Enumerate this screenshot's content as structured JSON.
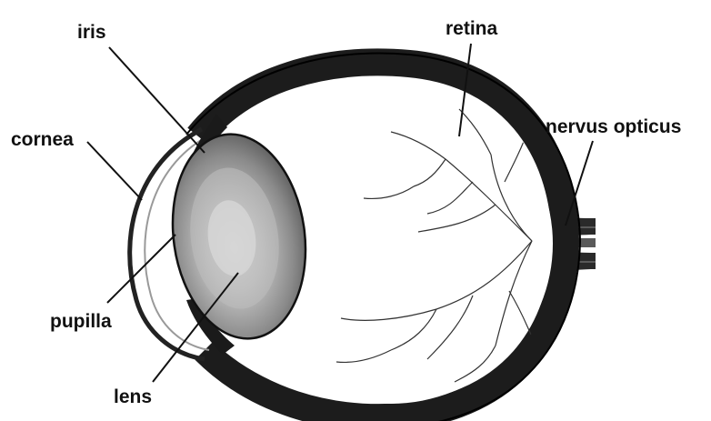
{
  "diagram": {
    "labels": {
      "iris": "iris",
      "retina": "retina",
      "cornea": "cornea",
      "nervus_opticus": "nervus opticus",
      "pupilla": "pupilla",
      "lens": "lens"
    }
  }
}
